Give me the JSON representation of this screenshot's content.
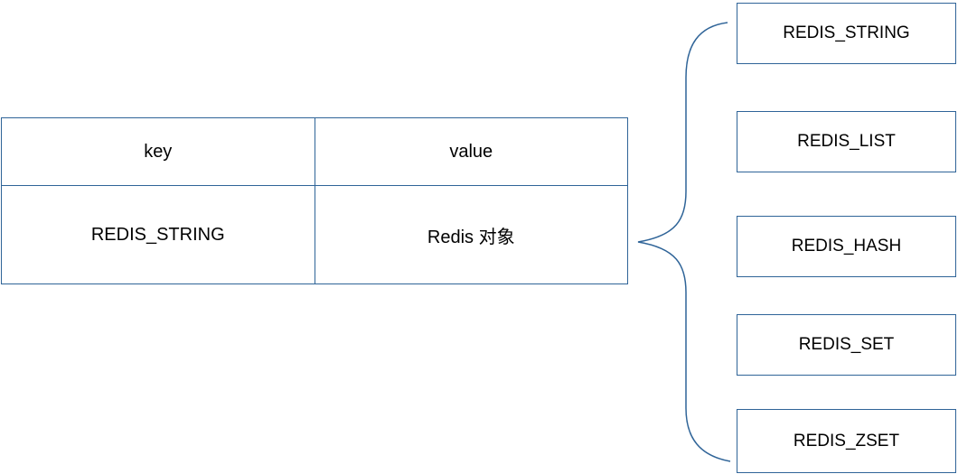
{
  "colors": {
    "line": "#2f6498",
    "text": "#000000",
    "background": "#ffffff"
  },
  "table": {
    "headers": [
      "key",
      "value"
    ],
    "row": [
      "REDIS_STRING",
      "Redis 对象"
    ]
  },
  "type_boxes": [
    "REDIS_STRING",
    "REDIS_LIST",
    "REDIS_HASH",
    "REDIS_SET",
    "REDIS_ZSET"
  ]
}
